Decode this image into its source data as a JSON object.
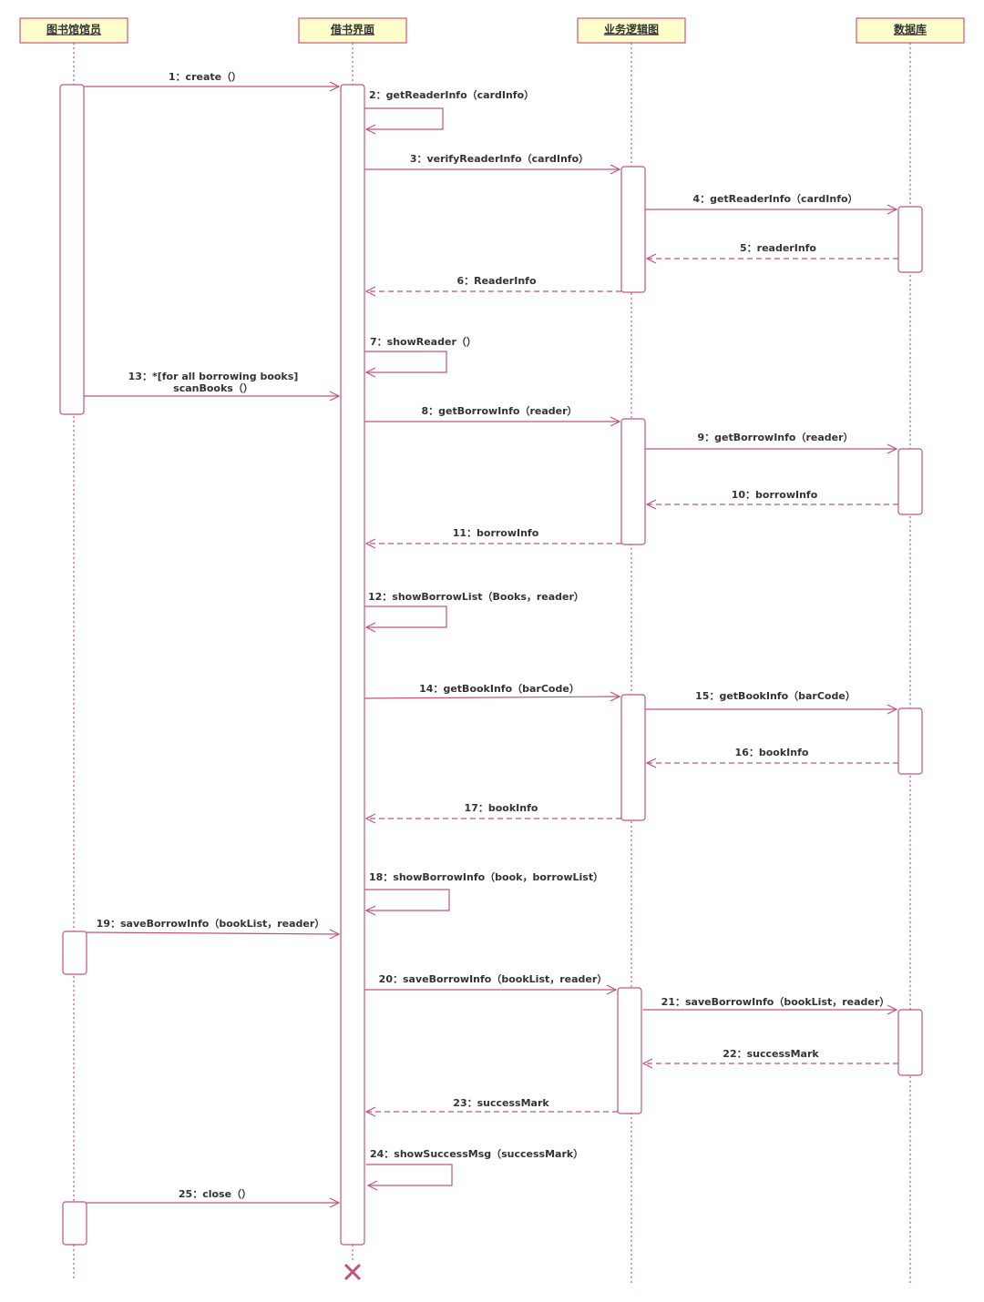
{
  "colors": {
    "line": "#C35479",
    "head_fill": "#FFFFCC",
    "head_stroke": "#D2547D",
    "text": "#333333"
  },
  "lifelines": [
    {
      "id": "librarian",
      "name": "图书馆馆员"
    },
    {
      "id": "ui",
      "name": "借书界面"
    },
    {
      "id": "logic",
      "name": "业务逻辑图"
    },
    {
      "id": "db",
      "name": "数据库"
    }
  ],
  "messages": [
    {
      "text": "1：create（）",
      "kind": "call"
    },
    {
      "text": "2：getReaderInfo（cardInfo）",
      "kind": "self"
    },
    {
      "text": "3：verifyReaderInfo（cardInfo）",
      "kind": "call"
    },
    {
      "text": "4：getReaderInfo（cardInfo）",
      "kind": "call"
    },
    {
      "text": "5：readerInfo",
      "kind": "return"
    },
    {
      "text": "6：ReaderInfo",
      "kind": "return"
    },
    {
      "text": "7：showReader（）",
      "kind": "self"
    },
    {
      "text": "13：*[for all borrowing books]",
      "text2": "scanBooks（）",
      "kind": "call"
    },
    {
      "text": "8：getBorrowInfo（reader）",
      "kind": "call"
    },
    {
      "text": "9：getBorrowInfo（reader）",
      "kind": "call"
    },
    {
      "text": "10：borrowInfo",
      "kind": "return"
    },
    {
      "text": "11：borrowInfo",
      "kind": "return"
    },
    {
      "text": "12：showBorrowList（Books，reader）",
      "kind": "self"
    },
    {
      "text": "14：getBookInfo（barCode）",
      "kind": "call"
    },
    {
      "text": "15：getBookInfo（barCode）",
      "kind": "call"
    },
    {
      "text": "16：bookInfo",
      "kind": "return"
    },
    {
      "text": "17：bookInfo",
      "kind": "return"
    },
    {
      "text": "18：showBorrowInfo（book，borrowList）",
      "kind": "self"
    },
    {
      "text": "19：saveBorrowInfo（bookList，reader）",
      "kind": "call"
    },
    {
      "text": "20：saveBorrowInfo（bookList，reader）",
      "kind": "call"
    },
    {
      "text": "21：saveBorrowInfo（bookList，reader）",
      "kind": "call"
    },
    {
      "text": "22：successMark",
      "kind": "return"
    },
    {
      "text": "23：successMark",
      "kind": "return"
    },
    {
      "text": "24：showSuccessMsg（successMark）",
      "kind": "self"
    },
    {
      "text": "25：close（）",
      "kind": "call"
    }
  ]
}
